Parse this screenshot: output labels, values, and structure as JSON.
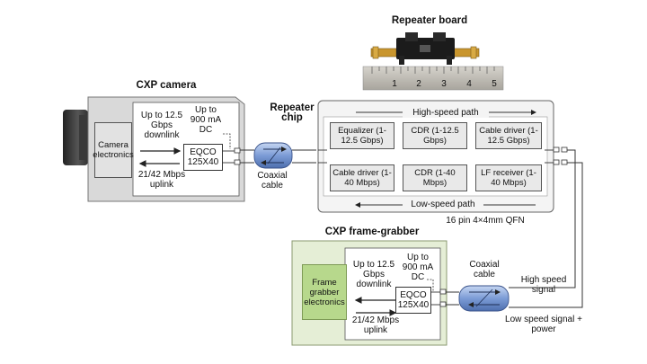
{
  "repeater_board": {
    "title": "Repeater board",
    "ruler_ticks": [
      "1",
      "2",
      "3",
      "4",
      "5"
    ]
  },
  "camera": {
    "title": "CXP camera",
    "electronics": "Camera electronics",
    "downlink": "Up to 12.5 Gbps downlink",
    "dc": "Up to 900 mA DC",
    "chip": "EQCO 125X40",
    "uplink": "21/42 Mbps uplink"
  },
  "cable_top": "Coaxial cable",
  "repeater": {
    "title": "Repeater chip",
    "high_path": "High-speed path",
    "low_path": "Low-speed path",
    "blocks_top": [
      "Equalizer (1-12.5 Gbps)",
      "CDR (1-12.5 Gbps)",
      "Cable driver (1-12.5 Gbps)"
    ],
    "blocks_bottom": [
      "Cable driver (1-40 Mbps)",
      "CDR (1-40 Mbps)",
      "LF receiver (1-40 Mbps)"
    ],
    "package": "16 pin 4×4mm QFN"
  },
  "grabber": {
    "title": "CXP frame-grabber",
    "electronics": "Frame grabber electronics",
    "downlink": "Up to 12.5 Gbps downlink",
    "dc": "Up to 900 mA DC",
    "chip": "EQCO 125X40",
    "uplink": "21/42 Mbps uplink"
  },
  "cable_bottom": "Coaxial cable",
  "high_speed_signal": "High speed signal",
  "low_speed_signal": "Low speed signal + power",
  "colors": {
    "grabber_bg": "#e5eed6",
    "grabber_electronics": "#b7d88c",
    "cable_blue": "#8aa8dc",
    "camera_body": "#d9d9d9"
  }
}
